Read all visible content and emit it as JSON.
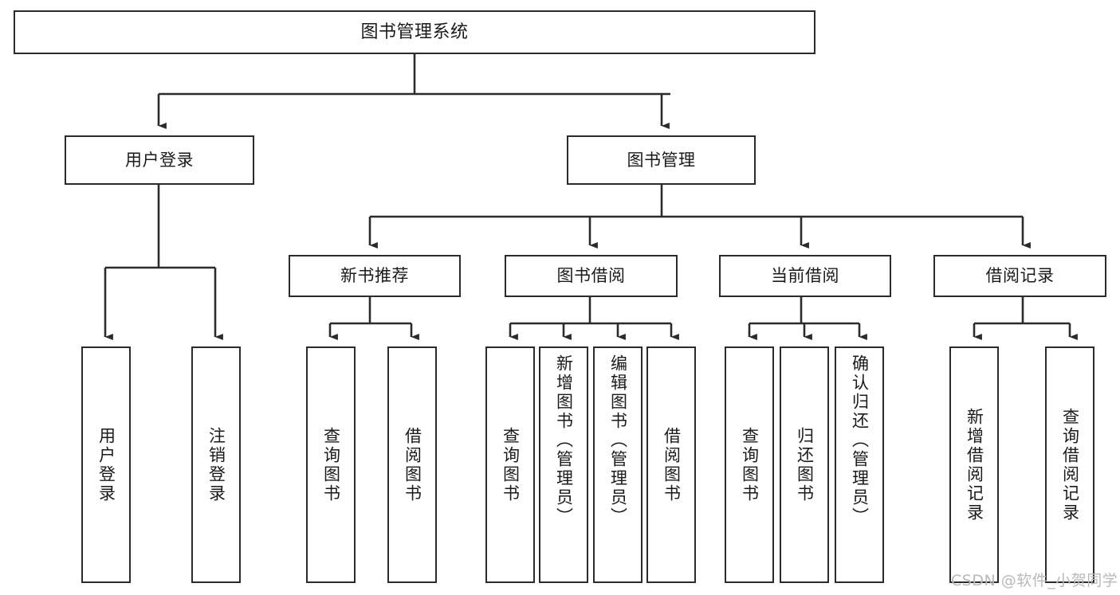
{
  "diagram": {
    "title": "图书管理系统",
    "watermark": "CSDN @软件_小贺同学",
    "colors": {
      "stroke": "#2b2b2b",
      "fill": "#ffffff",
      "text": "#1a1a1a",
      "watermark": "#b9b9b9"
    },
    "nodes": {
      "root": {
        "label": "图书管理系统"
      },
      "level2": [
        {
          "id": "user-login",
          "label": "用户登录"
        },
        {
          "id": "book-manage",
          "label": "图书管理"
        }
      ],
      "level3": [
        {
          "id": "new-book-recommend",
          "label": "新书推荐"
        },
        {
          "id": "book-borrow",
          "label": "图书借阅"
        },
        {
          "id": "current-borrow",
          "label": "当前借阅"
        },
        {
          "id": "borrow-record",
          "label": "借阅记录"
        }
      ],
      "leaves": {
        "user-login": [
          {
            "id": "leaf-user-login",
            "label": "用户登录"
          },
          {
            "id": "leaf-logout-login",
            "label": "注销登录"
          }
        ],
        "new-book-recommend": [
          {
            "id": "leaf-query-book-1",
            "label": "查询图书"
          },
          {
            "id": "leaf-borrow-book-1",
            "label": "借阅图书"
          }
        ],
        "book-borrow": [
          {
            "id": "leaf-query-book-2",
            "label": "查询图书"
          },
          {
            "id": "leaf-add-book",
            "label": "新增图书（管理员）"
          },
          {
            "id": "leaf-edit-book",
            "label": "编辑图书（管理员）"
          },
          {
            "id": "leaf-borrow-book-2",
            "label": "借阅图书"
          }
        ],
        "current-borrow": [
          {
            "id": "leaf-query-book-3",
            "label": "查询图书"
          },
          {
            "id": "leaf-return-book",
            "label": "归还图书"
          },
          {
            "id": "leaf-confirm-return",
            "label": "确认归还（管理员）"
          }
        ],
        "borrow-record": [
          {
            "id": "leaf-add-record",
            "label": "新增借阅记录"
          },
          {
            "id": "leaf-query-record",
            "label": "查询借阅记录"
          }
        ]
      }
    }
  }
}
